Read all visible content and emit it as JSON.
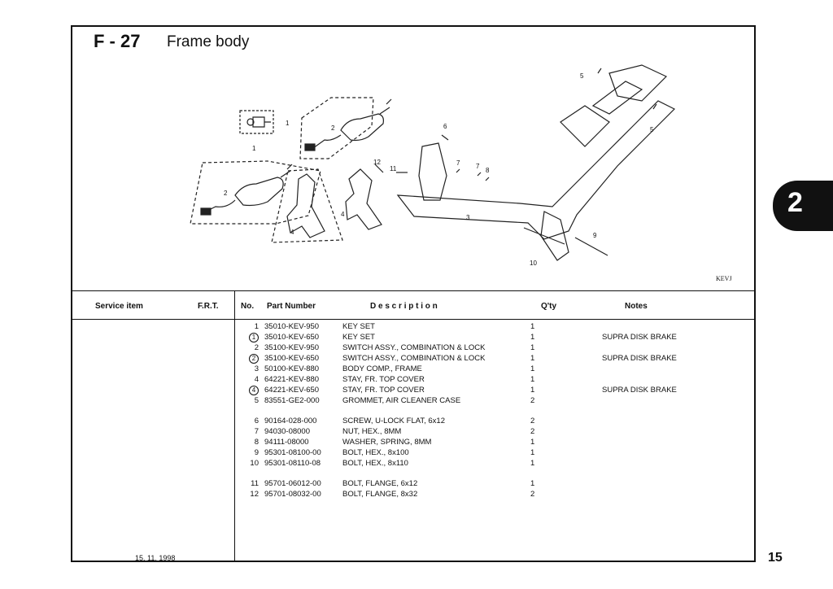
{
  "header": {
    "figure_code": "F - 27",
    "title": "Frame body"
  },
  "diagram": {
    "ref_code": "KEVJ",
    "callouts": [
      "1",
      "1",
      "2",
      "2",
      "3",
      "4",
      "4",
      "5",
      "5",
      "6",
      "7",
      "7",
      "8",
      "9",
      "10",
      "11",
      "12"
    ]
  },
  "table": {
    "headers": {
      "service_item": "Service item",
      "frt": "F.R.T.",
      "no": "No.",
      "part_number": "Part Number",
      "description": "D e s c r i p t i o n",
      "qty": "Q'ty",
      "notes": "Notes"
    },
    "rows": [
      {
        "no": "1",
        "circled": false,
        "part_number": "35010-KEV-950",
        "description": "KEY SET",
        "qty": "1",
        "notes": ""
      },
      {
        "no": "1",
        "circled": true,
        "part_number": "35010-KEV-650",
        "description": "KEY SET",
        "qty": "1",
        "notes": "SUPRA DISK BRAKE"
      },
      {
        "no": "2",
        "circled": false,
        "part_number": "35100-KEV-950",
        "description": "SWITCH ASSY., COMBINATION & LOCK",
        "qty": "1",
        "notes": ""
      },
      {
        "no": "2",
        "circled": true,
        "part_number": "35100-KEV-650",
        "description": "SWITCH ASSY., COMBINATION & LOCK",
        "qty": "1",
        "notes": "SUPRA DISK BRAKE"
      },
      {
        "no": "3",
        "circled": false,
        "part_number": "50100-KEV-880",
        "description": "BODY COMP., FRAME",
        "qty": "1",
        "notes": ""
      },
      {
        "no": "4",
        "circled": false,
        "part_number": "64221-KEV-880",
        "description": "STAY, FR. TOP COVER",
        "qty": "1",
        "notes": ""
      },
      {
        "no": "4",
        "circled": true,
        "part_number": "64221-KEV-650",
        "description": "STAY, FR. TOP COVER",
        "qty": "1",
        "notes": "SUPRA DISK BRAKE"
      },
      {
        "no": "5",
        "circled": false,
        "part_number": "83551-GE2-000",
        "description": "GROMMET, AIR CLEANER CASE",
        "qty": "2",
        "notes": ""
      },
      {
        "no": "6",
        "circled": false,
        "part_number": "90164-028-000",
        "description": "SCREW, U-LOCK FLAT, 6x12",
        "qty": "2",
        "notes": ""
      },
      {
        "no": "7",
        "circled": false,
        "part_number": "94030-08000",
        "description": "NUT, HEX., 8MM",
        "qty": "2",
        "notes": ""
      },
      {
        "no": "8",
        "circled": false,
        "part_number": "94111-08000",
        "description": "WASHER, SPRING, 8MM",
        "qty": "1",
        "notes": ""
      },
      {
        "no": "9",
        "circled": false,
        "part_number": "95301-08100-00",
        "description": "BOLT, HEX., 8x100",
        "qty": "1",
        "notes": ""
      },
      {
        "no": "10",
        "circled": false,
        "part_number": "95301-08110-08",
        "description": "BOLT, HEX., 8x110",
        "qty": "1",
        "notes": ""
      },
      {
        "no": "11",
        "circled": false,
        "part_number": "95701-06012-00",
        "description": "BOLT, FLANGE, 6x12",
        "qty": "1",
        "notes": ""
      },
      {
        "no": "12",
        "circled": false,
        "part_number": "95701-08032-00",
        "description": "BOLT, FLANGE, 8x32",
        "qty": "2",
        "notes": ""
      }
    ]
  },
  "footer": {
    "date": "15. 11. 1998",
    "page_number": "15",
    "chapter_number": "2"
  }
}
